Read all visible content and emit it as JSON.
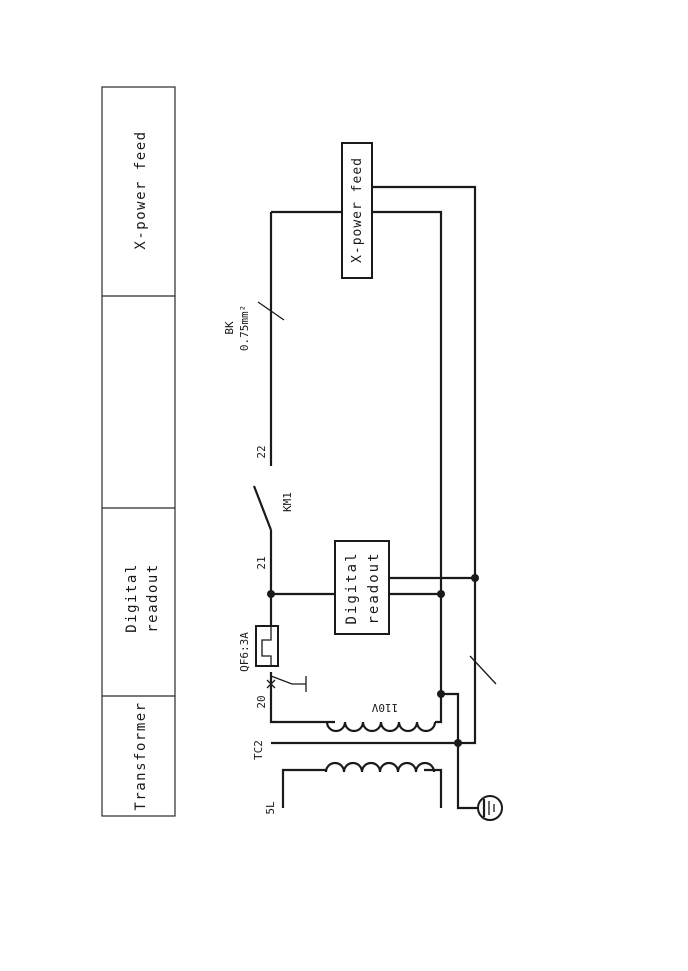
{
  "title_block": {
    "cells": [
      {
        "label": "Transformer"
      },
      {
        "label_line1": "Digital",
        "label_line2": "readout"
      },
      {
        "label": ""
      },
      {
        "label": "X-power feed"
      }
    ]
  },
  "components": {
    "transformer": {
      "id": "TC2",
      "primary_terminal": "5L",
      "secondary_voltage": "110V"
    },
    "breaker": {
      "id": "QF6:3A"
    },
    "contactor": {
      "id": "KM1"
    },
    "digital_readout": {
      "line1": "Digital",
      "line2": "readout"
    },
    "x_power_feed": {
      "label": "X-power feed"
    }
  },
  "wires": {
    "node_20": "20",
    "node_21": "21",
    "node_22": "22",
    "cable_color": "BK",
    "cable_size": "0.75mm²"
  }
}
